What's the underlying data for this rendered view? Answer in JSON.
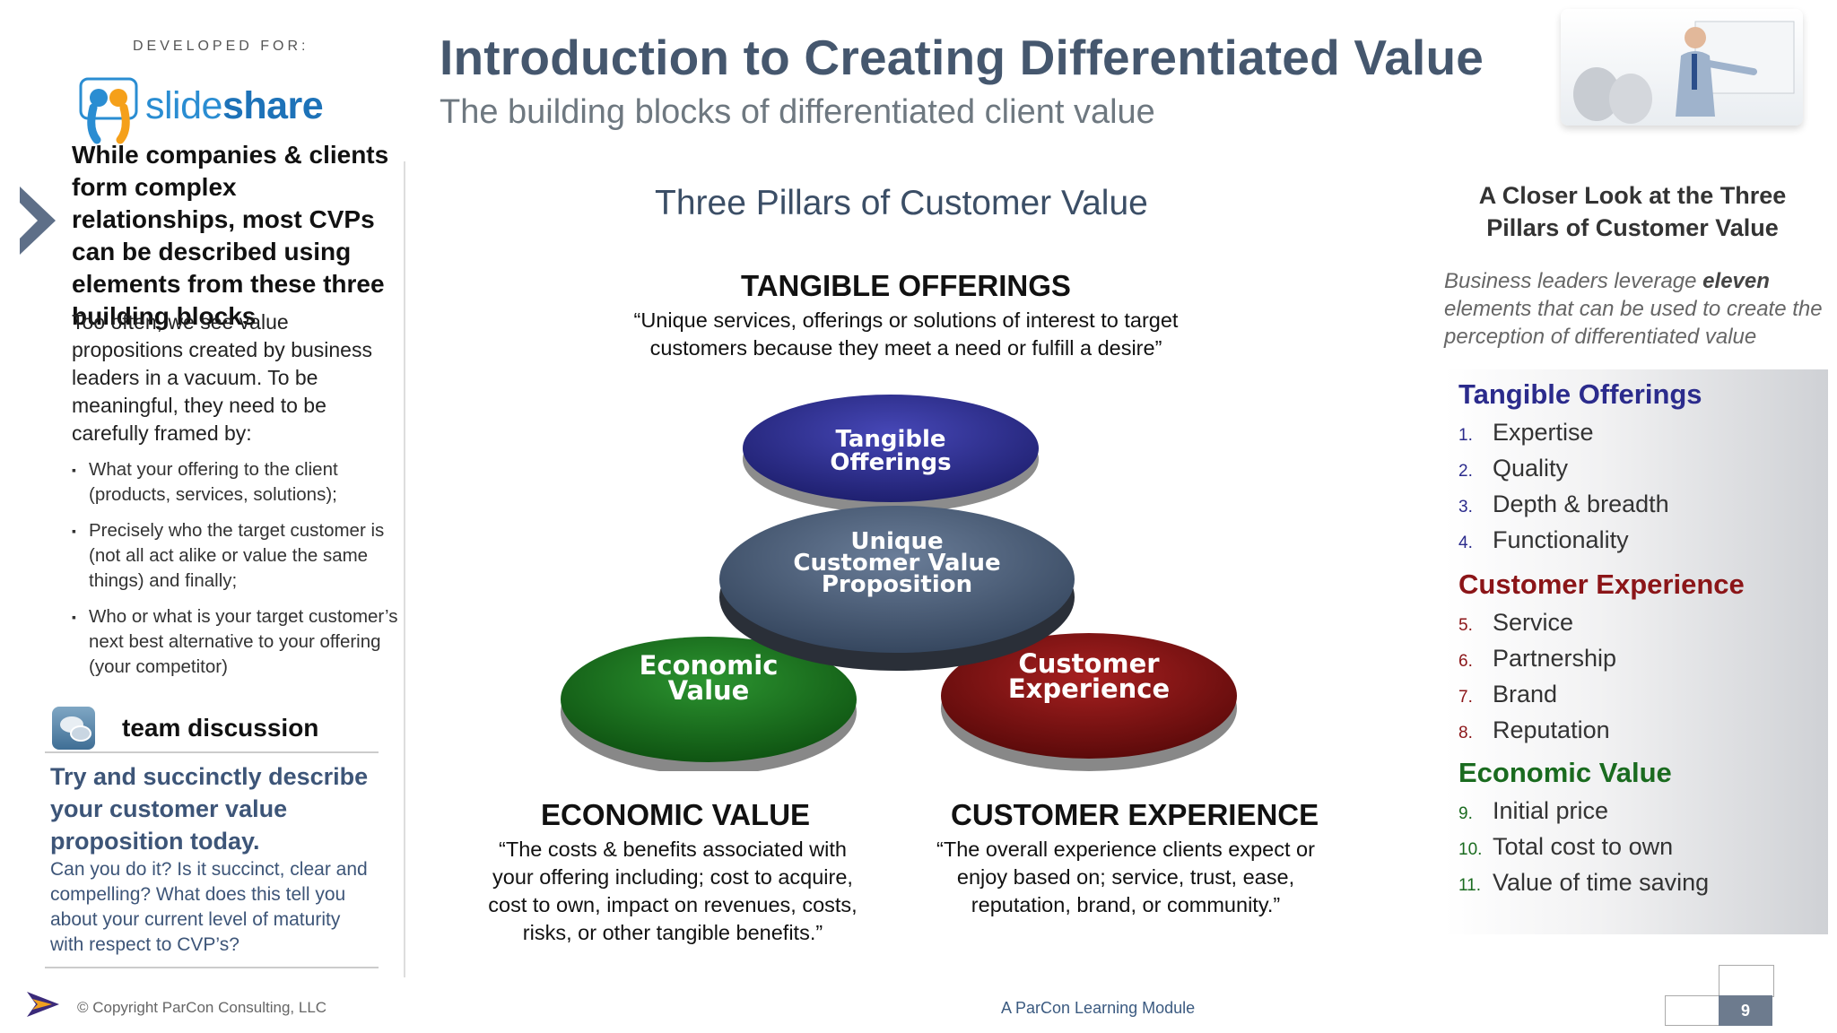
{
  "sidebar": {
    "developed_for": "DEVELOPED FOR:",
    "logo_text": {
      "part1": "slide",
      "part2": "share"
    },
    "headline": "While companies & clients form complex relationships, most CVPs can be described using elements from these three building blocks",
    "intro": "Too often, we see value propositions created by business leaders in a vacuum.  To be meaningful, they need to be carefully framed by:",
    "bullets": [
      "What your offering to the client (products, services, solutions);",
      "Precisely who the target customer is (not all act alike or value the same things) and finally;",
      "Who or what is your target customer’s next best alternative to your offering (your competitor)"
    ],
    "team_label": "team discussion",
    "question": "Try and succinctly describe your customer value proposition today.",
    "question_sub": "Can you do it?  Is it succinct, clear and compelling?  What does this tell you about your current level of maturity with respect to CVP’s?"
  },
  "header": {
    "title": "Introduction to Creating Differentiated Value",
    "subtitle": "The building blocks of differentiated client value"
  },
  "center": {
    "title": "Three Pillars of Customer Value",
    "tangible": {
      "heading": "TANGIBLE OFFERINGS",
      "quote": "“Unique services, offerings or solutions of interest to target customers because they meet a need or fulfill a desire”"
    },
    "economic": {
      "heading": "ECONOMIC VALUE",
      "quote": "“The costs & benefits associated with your offering including; cost to acquire, cost to own, impact on revenues, costs, risks, or other tangible benefits.”"
    },
    "experience": {
      "heading": "CUSTOMER EXPERIENCE",
      "quote": "“The overall experience clients expect or enjoy based on; service, trust, ease, reputation, brand, or community.”"
    },
    "diagram": {
      "tangible": [
        "Tangible",
        "Offerings"
      ],
      "center": [
        "Unique",
        "Customer Value",
        "Proposition"
      ],
      "economic": [
        "Economic",
        "Value"
      ],
      "experience": [
        "Customer",
        "Experience"
      ],
      "colors": {
        "tangible": "#2b2c8a",
        "center": "#4a5c78",
        "economic": "#17721a",
        "experience": "#7d1212"
      }
    }
  },
  "right": {
    "heading": "A Closer Look at the Three Pillars of Customer Value",
    "sub_pre": "Business leaders leverage ",
    "sub_bold": "eleven",
    "sub_post": " elements that can be used to create the perception of differentiated value",
    "categories": [
      {
        "name": "Tangible Offerings",
        "color": "#2b2b8c",
        "items": [
          {
            "num": "1.",
            "label": "Expertise"
          },
          {
            "num": "2.",
            "label": "Quality"
          },
          {
            "num": "3.",
            "label": "Depth & breadth"
          },
          {
            "num": "4.",
            "label": "Functionality"
          }
        ]
      },
      {
        "name": "Customer Experience",
        "color": "#8b1518",
        "items": [
          {
            "num": "5.",
            "label": "Service"
          },
          {
            "num": "6.",
            "label": "Partnership"
          },
          {
            "num": "7.",
            "label": "Brand"
          },
          {
            "num": "8.",
            "label": "Reputation"
          }
        ]
      },
      {
        "name": "Economic Value",
        "color": "#1a6b1f",
        "items": [
          {
            "num": "9.",
            "label": "Initial price"
          },
          {
            "num": "10.",
            "label": "Total cost to own"
          },
          {
            "num": "11.",
            "label": "Value of time saving"
          }
        ]
      }
    ]
  },
  "footer": {
    "copyright": "©  Copyright ParCon Consulting, LLC",
    "module": "A ParCon Learning Module",
    "page": "9"
  }
}
